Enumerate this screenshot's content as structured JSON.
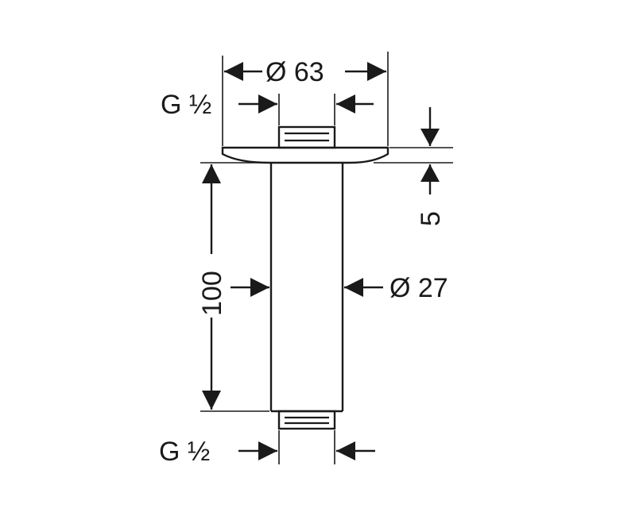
{
  "labels": {
    "top_diameter": "Ø 63",
    "thread_top": "G ½",
    "height_plate": "5",
    "length": "100",
    "pipe_diameter": "Ø 27",
    "thread_bottom": "G ½"
  },
  "colors": {
    "ink": "#1a1a1a",
    "background": "#ffffff"
  }
}
